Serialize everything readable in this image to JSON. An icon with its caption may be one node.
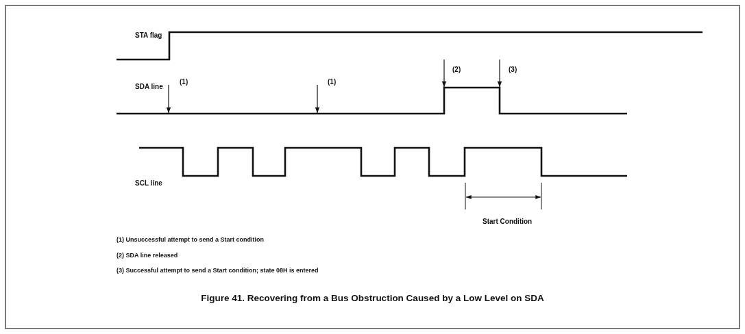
{
  "diagram": {
    "caption": "Figure 41. Recovering from a Bus Obstruction Caused by a Low Level on SDA",
    "labels": [
      "STA flag",
      "(2)",
      "(3)",
      "SDA line",
      "(1)",
      "(1)",
      "SCL line",
      "Start Condition",
      "(1) Unsuccessful attempt to send a Start condition",
      "(2) SDA line released",
      "(3) Successful attempt to send a Start condition; state 08H is entered"
    ]
  }
}
